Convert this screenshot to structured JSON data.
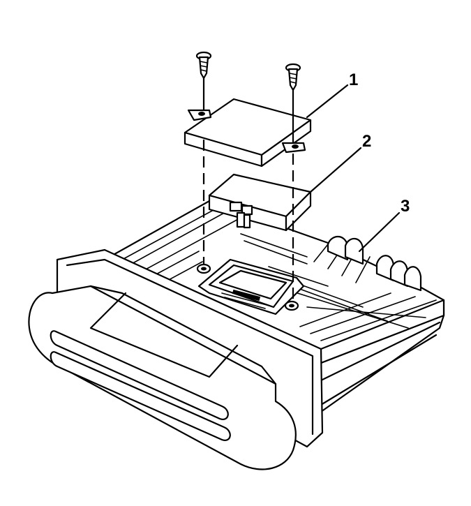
{
  "callouts": [
    {
      "id": "1",
      "label": "1"
    },
    {
      "id": "2",
      "label": "2"
    },
    {
      "id": "3",
      "label": "3"
    }
  ],
  "parts": {
    "cover": "cover-plate",
    "module": "plug-in-module",
    "housing": "control-module-housing",
    "screws": "mounting-screws"
  }
}
